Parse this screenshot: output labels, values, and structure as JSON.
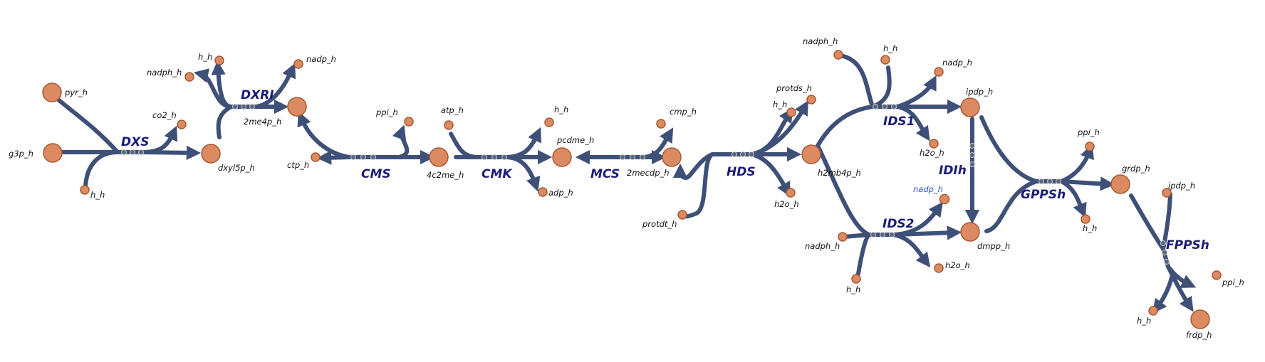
{
  "colors": {
    "edge": "#3f5078",
    "metabolite_fill": "#dc8a62",
    "metabolite_stroke": "#a55a33",
    "reaction_label": "#1b1b7a",
    "highlight_label": "#2b57c8",
    "background": "#ffffff"
  },
  "reactions": [
    {
      "id": "DXS",
      "label": "DXS"
    },
    {
      "id": "DXRI",
      "label": "DXRI"
    },
    {
      "id": "CMS",
      "label": "CMS"
    },
    {
      "id": "CMK",
      "label": "CMK"
    },
    {
      "id": "MCS",
      "label": "MCS"
    },
    {
      "id": "HDS",
      "label": "HDS"
    },
    {
      "id": "IDS1",
      "label": "IDS1"
    },
    {
      "id": "IDS2",
      "label": "IDS2"
    },
    {
      "id": "IDIh",
      "label": "IDIh"
    },
    {
      "id": "GPPSh",
      "label": "GPPSh"
    },
    {
      "id": "FPPSh",
      "label": "FPPSh"
    }
  ],
  "metabolites": [
    {
      "id": "pyr",
      "label": "pyr_h"
    },
    {
      "id": "g3p",
      "label": "g3p_h"
    },
    {
      "id": "h_dxs",
      "label": "h_h"
    },
    {
      "id": "co2",
      "label": "co2_h"
    },
    {
      "id": "dxyl5p",
      "label": "dxyl5p_h"
    },
    {
      "id": "nadph_dxr",
      "label": "nadph_h"
    },
    {
      "id": "h_dxr",
      "label": "h_h"
    },
    {
      "id": "nadp_dxr",
      "label": "nadp_h"
    },
    {
      "id": "2me4p",
      "label": "2me4p_h"
    },
    {
      "id": "ctp",
      "label": "ctp_h"
    },
    {
      "id": "ppi_cms",
      "label": "ppi_h"
    },
    {
      "id": "4c2me",
      "label": "4c2me_h"
    },
    {
      "id": "atp",
      "label": "atp_h"
    },
    {
      "id": "h_cmk",
      "label": "h_h"
    },
    {
      "id": "adp",
      "label": "adp_h"
    },
    {
      "id": "pcdme",
      "label": "pcdme_h"
    },
    {
      "id": "cmp",
      "label": "cmp_h"
    },
    {
      "id": "2mecdp",
      "label": "2mecdp_h"
    },
    {
      "id": "protdt",
      "label": "protdt_h"
    },
    {
      "id": "h_hds",
      "label": "h_h"
    },
    {
      "id": "protds",
      "label": "protds_h"
    },
    {
      "id": "h2o_hds",
      "label": "h2o_h"
    },
    {
      "id": "h2mb4p",
      "label": "h2mb4p_h"
    },
    {
      "id": "nadph_ids1",
      "label": "nadph_h"
    },
    {
      "id": "h_ids1",
      "label": "h_h"
    },
    {
      "id": "nadp_ids1",
      "label": "nadp_h"
    },
    {
      "id": "h2o_ids1",
      "label": "h2o_h"
    },
    {
      "id": "ipdp_main",
      "label": "ipdp_h"
    },
    {
      "id": "nadp_ids2",
      "label": "nadp_h"
    },
    {
      "id": "nadph_ids2",
      "label": "nadph_h"
    },
    {
      "id": "h_ids2",
      "label": "h_h"
    },
    {
      "id": "h2o_ids2",
      "label": "h2o_h"
    },
    {
      "id": "dmpp",
      "label": "dmpp_h"
    },
    {
      "id": "ppi_gpps",
      "label": "ppi_h"
    },
    {
      "id": "h_gpps",
      "label": "h_h"
    },
    {
      "id": "grdp",
      "label": "grdp_h"
    },
    {
      "id": "ipdp_fpps",
      "label": "ipdp_h"
    },
    {
      "id": "ppi_fpps",
      "label": "ppi_h"
    },
    {
      "id": "h_fpps",
      "label": "h_h"
    },
    {
      "id": "frdp",
      "label": "frdp_h"
    }
  ]
}
